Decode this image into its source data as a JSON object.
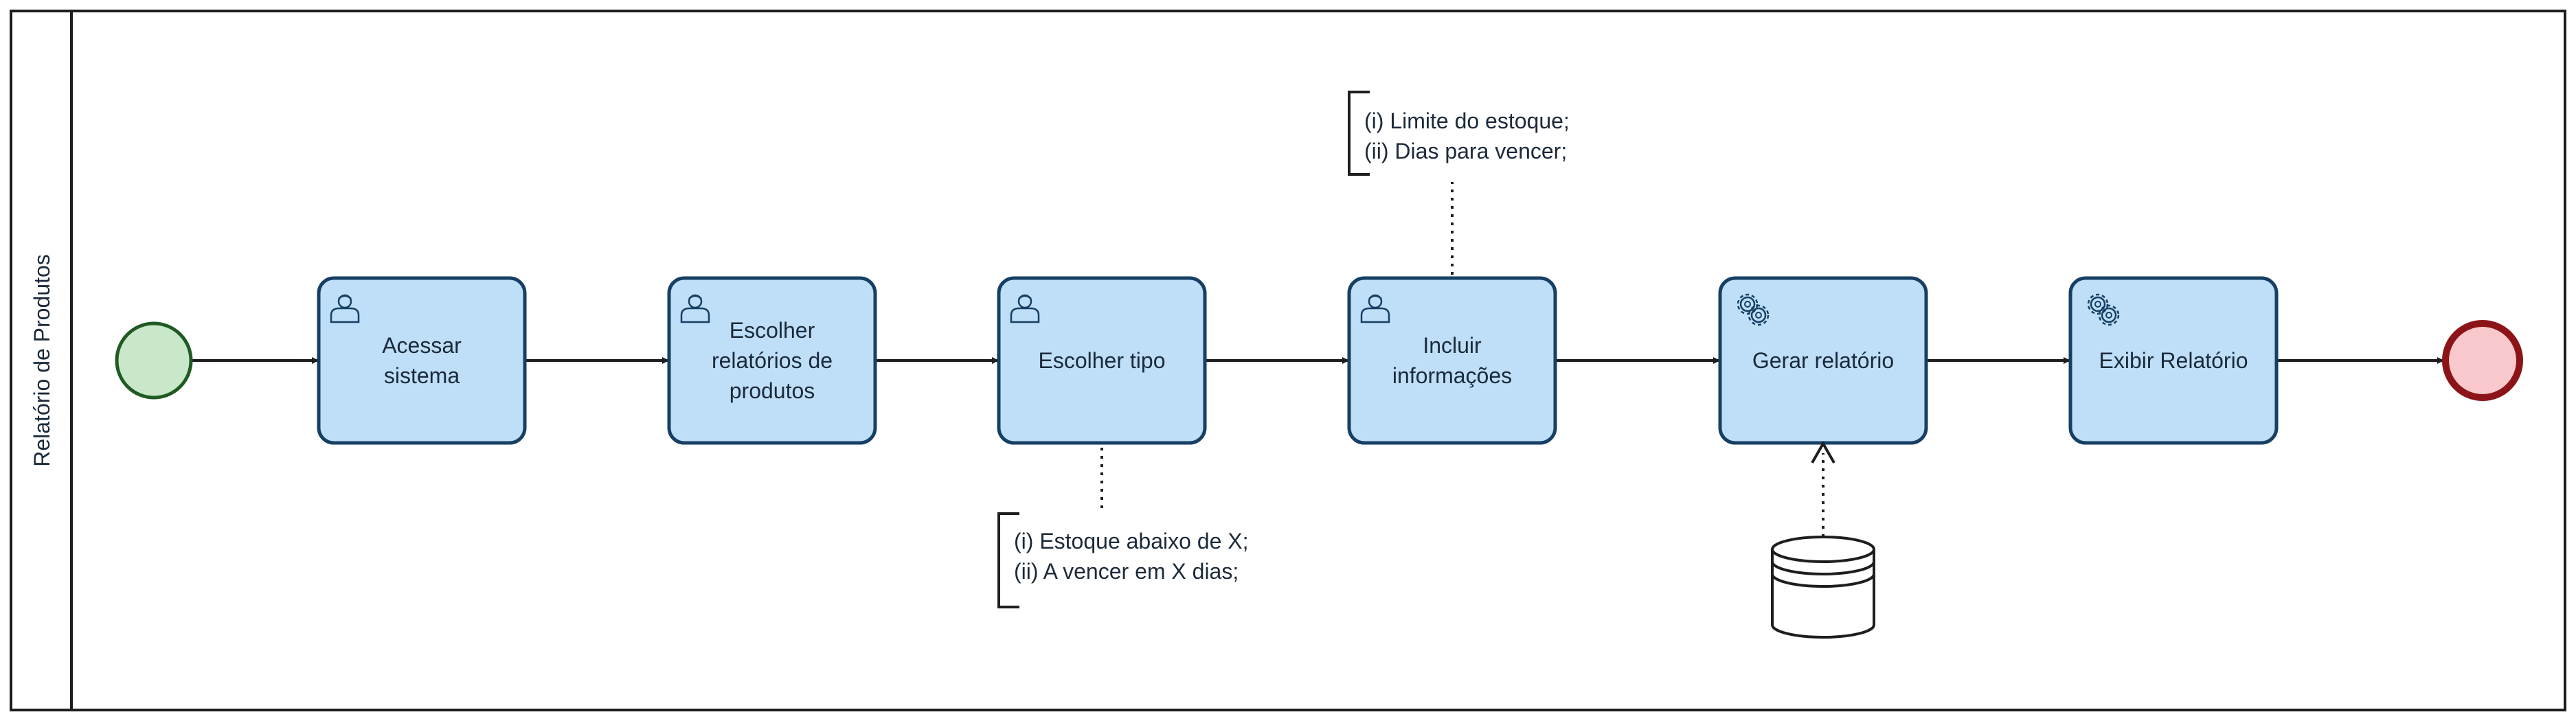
{
  "pool": {
    "label": "Relatório de Produtos"
  },
  "tasks": [
    {
      "id": "acessar",
      "kind": "user",
      "lines": [
        "Acessar",
        "sistema"
      ]
    },
    {
      "id": "escolher-relatorios",
      "kind": "user",
      "lines": [
        "Escolher",
        "relatórios de",
        "produtos"
      ]
    },
    {
      "id": "escolher-tipo",
      "kind": "user",
      "lines": [
        "Escolher tipo"
      ]
    },
    {
      "id": "incluir",
      "kind": "user",
      "lines": [
        "Incluir",
        "informações"
      ]
    },
    {
      "id": "gerar",
      "kind": "service",
      "lines": [
        "Gerar relatório"
      ]
    },
    {
      "id": "exibir",
      "kind": "service",
      "lines": [
        "Exibir Relatório"
      ]
    }
  ],
  "annotations": {
    "top": {
      "lines": [
        "(i) Limite do estoque;",
        "(ii) Dias para vencer;"
      ]
    },
    "bottom": {
      "lines": [
        "(i) Estoque abaixo de X;",
        "(ii) A vencer em X dias;"
      ]
    }
  },
  "colors": {
    "task_fill": "#bfdff8",
    "task_stroke": "#163f63",
    "start_fill": "#c9e8c9",
    "start_stroke": "#1f5a23",
    "end_fill": "#f9c8cc",
    "end_stroke": "#8c1418",
    "line": "#1e1e1e"
  }
}
